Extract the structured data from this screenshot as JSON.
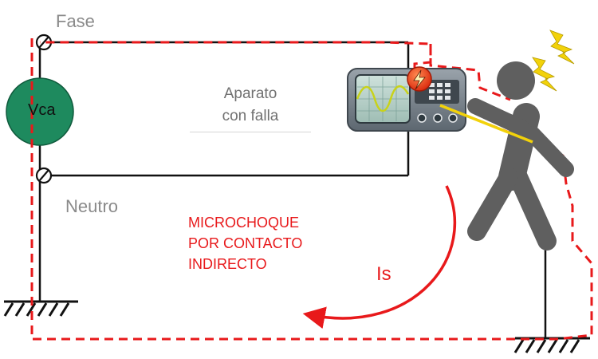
{
  "labels": {
    "phase": "Fase",
    "neutral": "Neutro",
    "source": "Vca",
    "device_line1": "Aparato",
    "device_line2": "con falla",
    "shock_line1": "MICROCHOQUE",
    "shock_line2": "POR CONTACTO",
    "shock_line3": "INDIRECTO",
    "current": "Is"
  },
  "icons": {
    "source": "ac-voltage-source-icon",
    "monitor": "oscilloscope-monitor-icon",
    "fault": "electric-fault-badge-icon",
    "person": "person-walking-icon",
    "lightning": "lightning-bolt-icon",
    "ground": "ground-symbol-icon",
    "terminal": "terminal-connector-icon"
  },
  "colors": {
    "wire": "#111111",
    "fault_path": "#e8191b",
    "source_fill": "#1e8a5e",
    "person": "#5f5f5f",
    "touch_wire": "#f2d20a",
    "lightning": "#f2d20a",
    "text_gray": "#8a8a8a"
  }
}
